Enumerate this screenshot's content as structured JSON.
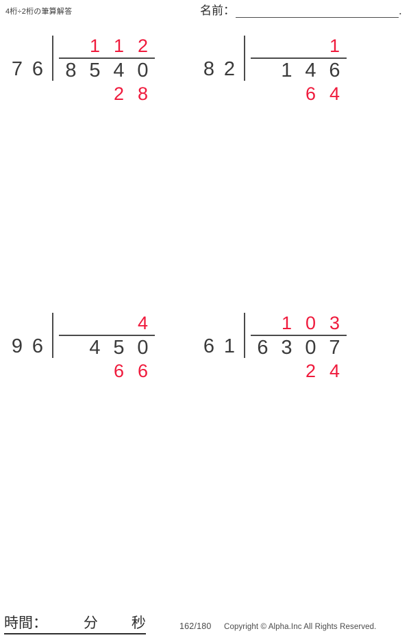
{
  "header": {
    "title": "4桁÷2桁の筆算解答",
    "name_label": "名前：",
    "name_value": "",
    "name_period": "."
  },
  "colors": {
    "answer_red": "#ef1a3c",
    "digit_gray": "#3a3a3a",
    "rule": "#4a4a4a"
  },
  "problems": [
    {
      "index": 1,
      "divisor": "76",
      "dividend": "8540",
      "quotient": "112",
      "remainder": "28",
      "divisor_digits": [
        "7",
        "6"
      ],
      "dividend_cells": [
        "8",
        "5",
        "4",
        "0"
      ],
      "quotient_cells": [
        "",
        "1",
        "1",
        "2"
      ],
      "remainder_cells": [
        "",
        "",
        "2",
        "8"
      ]
    },
    {
      "index": 2,
      "divisor": "82",
      "dividend": "146",
      "quotient": "1",
      "remainder": "64",
      "divisor_digits": [
        "8",
        "2"
      ],
      "dividend_cells": [
        "",
        "1",
        "4",
        "6"
      ],
      "quotient_cells": [
        "",
        "",
        "",
        "1"
      ],
      "remainder_cells": [
        "",
        "",
        "6",
        "4"
      ]
    },
    {
      "index": 3,
      "divisor": "96",
      "dividend": "450",
      "quotient": "4",
      "remainder": "66",
      "divisor_digits": [
        "9",
        "6"
      ],
      "dividend_cells": [
        "",
        "4",
        "5",
        "0"
      ],
      "quotient_cells": [
        "",
        "",
        "",
        "4"
      ],
      "remainder_cells": [
        "",
        "",
        "6",
        "6"
      ]
    },
    {
      "index": 4,
      "divisor": "61",
      "dividend": "6307",
      "quotient": "103",
      "remainder": "24",
      "divisor_digits": [
        "6",
        "1"
      ],
      "dividend_cells": [
        "6",
        "3",
        "0",
        "7"
      ],
      "quotient_cells": [
        "",
        "1",
        "0",
        "3"
      ],
      "remainder_cells": [
        "",
        "",
        "2",
        "4"
      ]
    }
  ],
  "footer": {
    "time_label": "時間：",
    "minutes_unit": "分",
    "seconds_unit": "秒",
    "page_number": "162/180",
    "copyright": "Copyright © Alpha.Inc All Rights Reserved."
  }
}
